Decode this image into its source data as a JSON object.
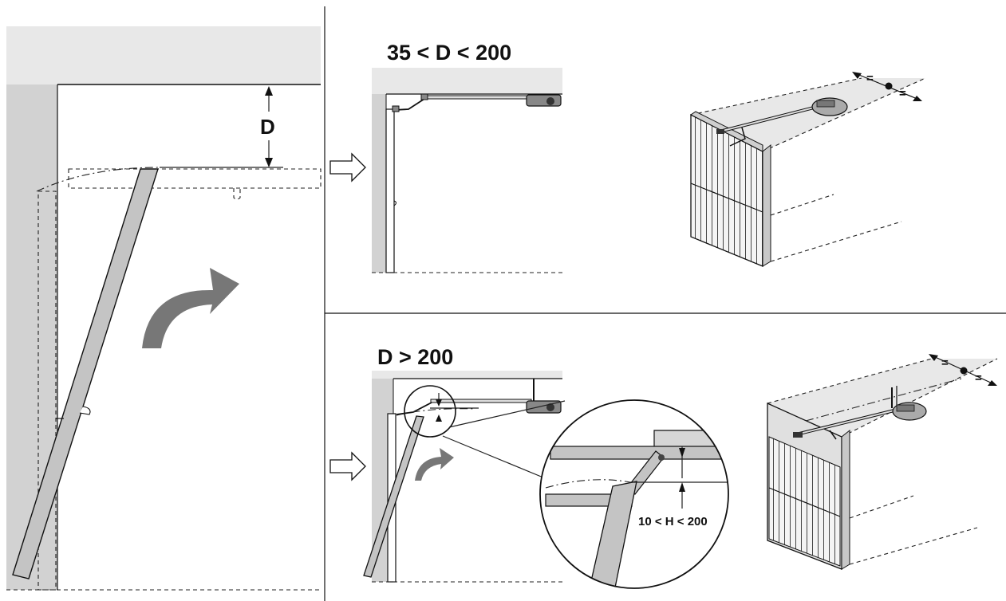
{
  "labels": {
    "d_label": "D",
    "top_condition": "35 < D < 200",
    "bottom_condition": "D > 200",
    "h_condition": "10 < H < 200",
    "equal_marks_top": [
      "=",
      "="
    ],
    "equal_marks_bottom": [
      "=",
      "="
    ]
  },
  "colors": {
    "ceiling": "#e8e8e8",
    "wall": "#d2d2d2",
    "door_panel": "#c4c4c4",
    "arrow": "#777777",
    "ink": "#111111"
  },
  "icons": {
    "rotation_arrow_left": "curved-arrow-clockwise",
    "rotation_arrow_bottom": "curved-arrow-clockwise",
    "outline_arrow_top": "outline-right-arrow",
    "outline_arrow_bottom": "outline-right-arrow"
  }
}
